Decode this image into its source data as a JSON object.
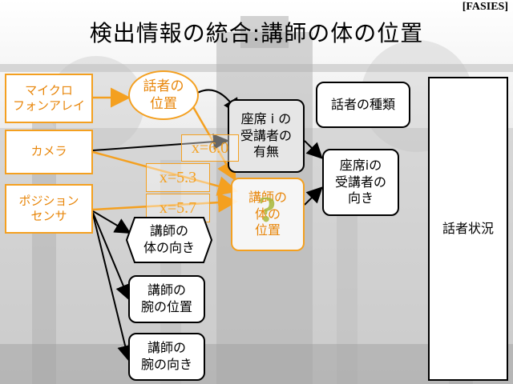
{
  "tag": "[FASIES]",
  "title": "検出情報の統合:講師の体の位置",
  "sensors": {
    "mic": [
      "マイクロ",
      "フォンアレイ"
    ],
    "camera": [
      "カメラ"
    ],
    "position": [
      "ポジション",
      "センサ"
    ]
  },
  "nodes": {
    "speaker_position": [
      "話者の",
      "位置"
    ],
    "seat_presence": [
      "座席 i の",
      "受講者の",
      "有無"
    ],
    "speaker_type": [
      "話者の種類"
    ],
    "seat_direction": [
      "座席iの",
      "受講者の",
      "向き"
    ],
    "lecturer_body_position": [
      "講師の",
      "体の",
      "位置"
    ],
    "lecturer_body_direction": [
      "講師の",
      "体の向き"
    ],
    "lecturer_arm_position": [
      "講師の",
      "腕の位置"
    ],
    "lecturer_arm_direction": [
      "講師の",
      "腕の向き"
    ],
    "speaker_status": [
      "話者状況"
    ]
  },
  "estimates": {
    "camera": "x=6.0",
    "mic": "x=5.3",
    "position": "x=5.7"
  },
  "unknown_mark": "?"
}
